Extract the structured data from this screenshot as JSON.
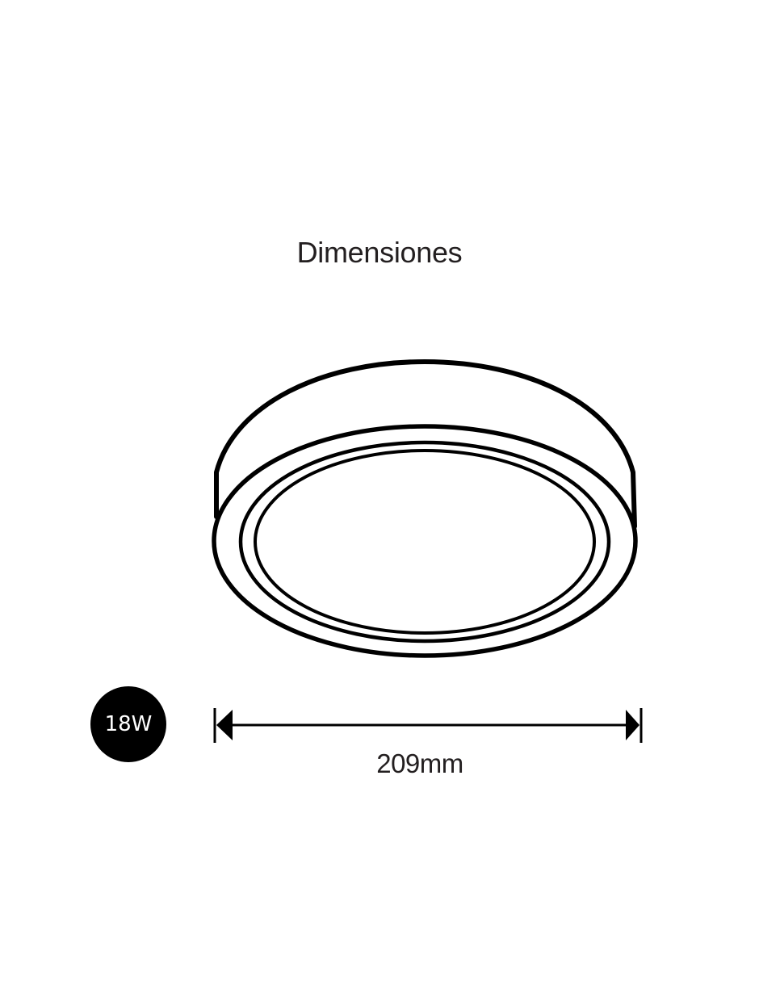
{
  "title": "Dimensiones",
  "badge": {
    "label": "18W",
    "background": "#000000",
    "text_color": "#ffffff"
  },
  "dimension": {
    "label": "209mm",
    "orientation": "horizontal",
    "arrow": "double-headed"
  },
  "drawing": {
    "subject": "round surface-mounted LED panel light",
    "line_color": "#000000"
  }
}
